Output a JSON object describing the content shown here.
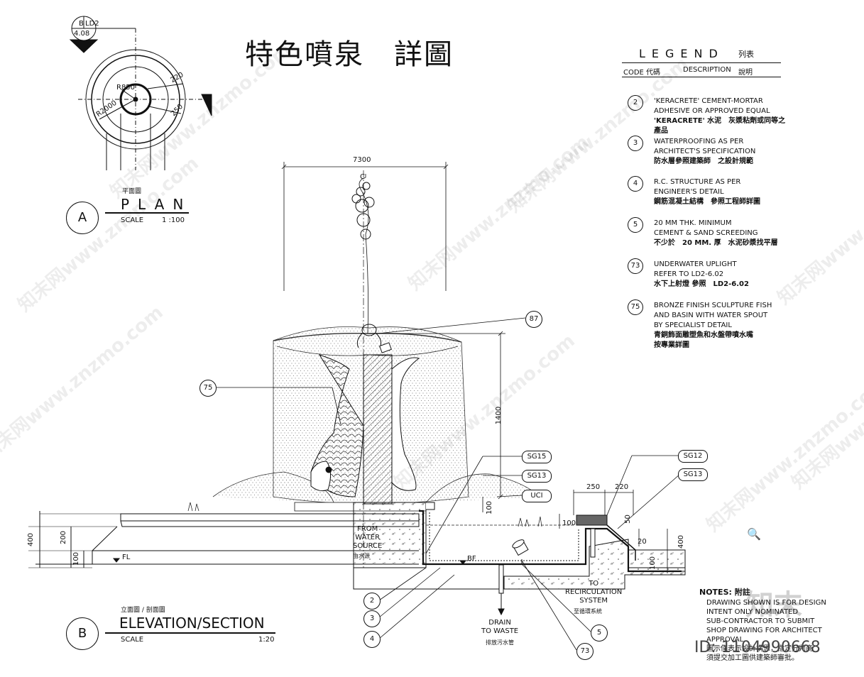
{
  "title": "特色噴泉　詳圖",
  "plan": {
    "section_marker_letter": "B",
    "section_marker_sheet": "LD2",
    "section_marker_number": "4.08",
    "dims": [
      "R850",
      "R2000",
      "220",
      "250"
    ],
    "label_cn": "平面圖",
    "label": "PLAN",
    "circle_letter": "A",
    "scale_label": "SCALE",
    "scale_value": "1 :100"
  },
  "elevation": {
    "label_cn": "立面圖 / 剖面圖",
    "label": "ELEVATION/SECTION",
    "circle_letter": "B",
    "scale_label": "SCALE",
    "scale_value": "1:20",
    "centerline": "C",
    "dims": {
      "width": "7300",
      "height": "1400",
      "left_400": "400",
      "left_200": "200",
      "left_100": "100",
      "basin_250": "250",
      "basin_220": "220",
      "basin_100a": "100",
      "basin_100b": "100",
      "basin_50": "50",
      "basin_20": "20",
      "basin_400": "400",
      "basin_100c": "100"
    },
    "fl_label": "FL",
    "bf_label": "BF",
    "from_water_source": "FROM\nWATER\nSOURCE",
    "from_water_source_cn": "由水源",
    "to_recirculation": "TO\nRECIRCULATION\nSYSTEM",
    "to_recirculation_cn": "至循環系統",
    "drain_to_waste": "DRAIN\nTO WASTE",
    "drain_to_waste_cn": "排放污水管",
    "callouts": [
      "87",
      "75",
      "2",
      "3",
      "4",
      "5",
      "73"
    ],
    "capsules": [
      "SG15",
      "SG13",
      "UCI",
      "SG12",
      "SG13"
    ]
  },
  "legend": {
    "title": "LEGEND",
    "title_cn": "列表",
    "code_header": "CODE 代碼",
    "desc_header": "DESCRIPTION",
    "desc_header_cn": "說明",
    "items": [
      {
        "code": "2",
        "text": "'KERACRETE' CEMENT-MORTAR\nADHESIVE OR APPROVED EQUAL",
        "cn": "'KERACRETE' 水泥　灰漿粘劑或同等之產品"
      },
      {
        "code": "3",
        "text": "WATERPROOFING AS PER\nARCHITECT'S SPECIFICATION",
        "cn": "防水層參照建築師　之設計規範"
      },
      {
        "code": "4",
        "text": "R.C. STRUCTURE AS PER\nENGINEER'S DETAIL",
        "cn": "鋼筋混凝土結構　參照工程師詳圖"
      },
      {
        "code": "5",
        "text": "20 MM THK. MINIMUM\nCEMENT & SAND SCREEDING",
        "cn": "不少於　20 MM. 厚　水泥砂漿找平層"
      },
      {
        "code": "73",
        "text": "UNDERWATER UPLIGHT\nREFER TO LD2-6.02",
        "cn": "水下上射燈 參照　LD2-6.02"
      },
      {
        "code": "75",
        "text": "BRONZE FINISH SCULPTURE FISH\nAND BASIN WITH WATER SPOUT\nBY SPECIALIST DETAIL",
        "cn": "青銅飾面雕塑魚和水盤帶噴水嘴\n按專業詳圖"
      }
    ]
  },
  "notes": {
    "title": "NOTES: 附註",
    "text": "DRAWING SHOWN IS FOR DESIGN\nINTENT ONLY NOMINATED\nSUB-CONTRACTOR TO SUBMIT\nSHOP DRAWING FOR ARCHITECT\nAPPROVAL.\n圖示僅表示設計構思，指定分判商\n須提交加工圖供建築師審批。"
  },
  "watermarks": [
    "知末网www.znzmo.com",
    "知末"
  ],
  "image_id": "ID: 1104990668",
  "colors": {
    "line": "#111111",
    "hatch": "#333333",
    "water": "#555555",
    "bg": "#ffffff"
  }
}
